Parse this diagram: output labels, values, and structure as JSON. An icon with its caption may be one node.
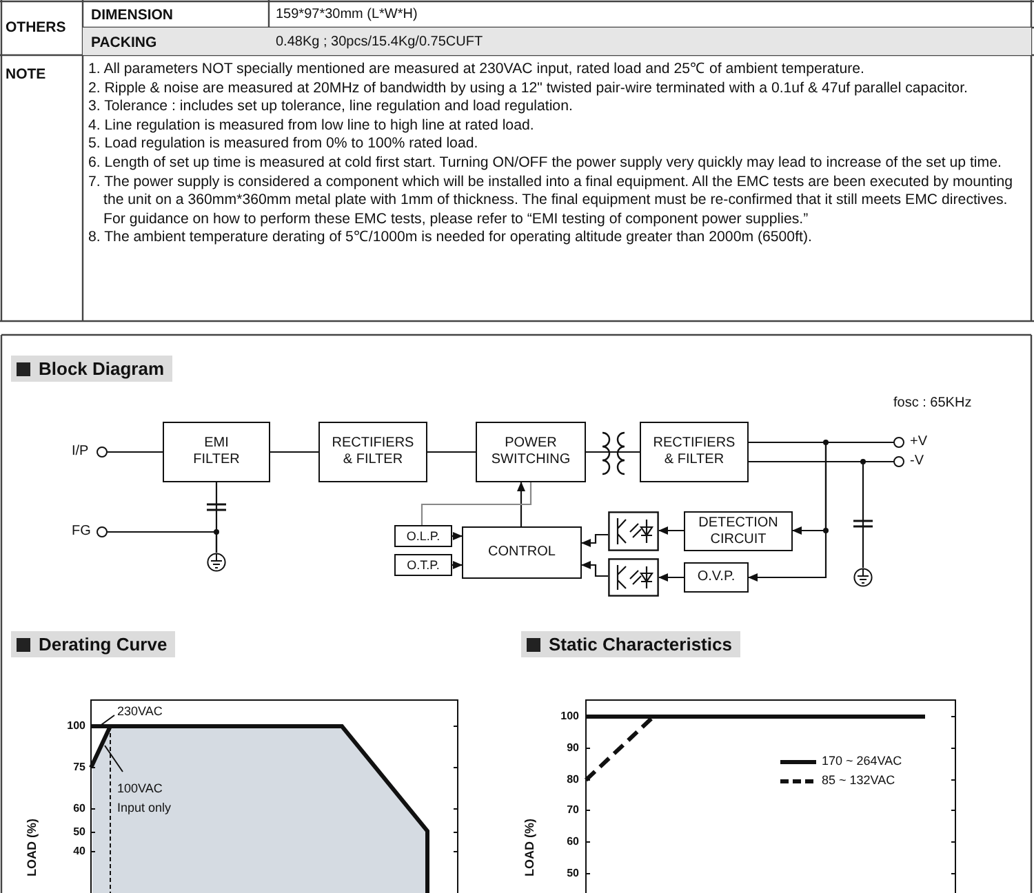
{
  "diagram": {
    "nodes": [
      {
        "text": [
          "I/P"
        ]
      },
      {
        "text": [
          "EMI FILTER"
        ]
      },
      {
        "text": [
          "RECTIFIERS & FILTER"
        ]
      },
      {
        "text": [
          "POWER SWITCHING"
        ]
      },
      {
        "text": [
          "RECTIFIERS & FILTER"
        ]
      },
      {
        "text": [
          "+V"
        ]
      },
      {
        "text": [
          "-V"
        ]
      },
      {
        "text": [
          "FG"
        ]
      },
      {
        "text": [
          "O.L.P."
        ]
      },
      {
        "text": [
          "O.T.P."
        ]
      },
      {
        "text": [
          "CONTROL"
        ]
      },
      {
        "text": [
          "DETECTION CIRCUIT"
        ]
      },
      {
        "text": [
          "O.V.P."
        ]
      },
      {
        "text": [],
        "shape": "box"
      },
      {
        "text": [],
        "shape": "box"
      },
      {
        "text": [],
        "shape": "circle"
      },
      {
        "text": [],
        "shape": "circle"
      }
    ],
    "edges": [
      {
        "from": 0,
        "to": 1,
        "arrow": "other"
      },
      {
        "from": 1,
        "to": 2,
        "arrow": "none"
      },
      {
        "from": 2,
        "to": 3,
        "arrow": "none"
      },
      {
        "from": 3,
        "to": 4,
        "arrow": "none"
      },
      {
        "from": 4,
        "to": 5,
        "arrow": "other"
      },
      {
        "from": 4,
        "to": 6,
        "arrow": "other"
      },
      {
        "from": 1,
        "to": 15,
        "arrow": "none"
      },
      {
        "from": 7,
        "to": 15,
        "arrow": "other"
      },
      {
        "from": 4,
        "to": 16,
        "arrow": "none"
      },
      {
        "from": 4,
        "to": 11,
        "arrow": "to"
      },
      {
        "from": 4,
        "to": 12,
        "arrow": "to"
      },
      {
        "from": 11,
        "to": 13,
        "arrow": "to"
      },
      {
        "from": 13,
        "to": 10,
        "arrow": "to"
      },
      {
        "from": 12,
        "to": 14,
        "arrow": "to"
      },
      {
        "from": 14,
        "to": 10,
        "arrow": "to"
      },
      {
        "from": 10,
        "to": 3,
        "arrow": "to"
      },
      {
        "from": 3,
        "to": 8,
        "arrow": "none",
        "color": "#888888"
      },
      {
        "from": 8,
        "to": 10,
        "arrow": "to"
      },
      {
        "from": 9,
        "to": 10,
        "arrow": "to"
      }
    ],
    "labels": [
      "OTHERS",
      "DIMENSION",
      "159*97*30mm (L*W*H)",
      "PACKING",
      "0.48Kg ; 30pcs/15.4Kg/0.75CUFT",
      "NOTE",
      "1. All parameters NOT specially mentioned are measured at 230VAC input, rated load and 25℃ of ambient temperature.",
      "2. Ripple & noise are measured at 20MHz of bandwidth by using a 12\" twisted pair-wire terminated with a 0.1uf & 47uf parallel capacitor.",
      "3. Tolerance : includes set up tolerance, line regulation and load regulation.",
      "4. Line regulation is measured from low line to high line at rated load.",
      "5. Load regulation is measured from 0% to 100% rated load.",
      "6. Length of set up time is measured at cold first start. Turning ON/OFF the power supply very quickly may lead to increase of the set up time.",
      "7. The power supply is considered a component which will be installed into a final equipment. All the EMC tests are been executed by mounting the unit on a 360mm*360mm metal plate with 1mm of thickness. The final equipment must be re-confirmed that it still meets EMC directives. For guidance on how to perform these EMC tests, please refer to “EMI testing of component power supplies.”",
      "8. The ambient temperature derating of 5℃/1000m is needed for operating altitude greater than 2000m (6500ft).",
      "Block Diagram",
      "fosc : 65KHz",
      "Derating Curve",
      "230VAC",
      "100VAC Input only",
      "100",
      "75",
      "60",
      "50",
      "40",
      "LOAD (%)",
      "Static Characteristics",
      "100",
      "90",
      "80",
      "70",
      "60",
      "50",
      "LOAD (%)"
    ],
    "legend": [
      {
        "text": "170 ~ 264VAC"
      },
      {
        "text": "85 ~ 132VAC"
      }
    ]
  }
}
